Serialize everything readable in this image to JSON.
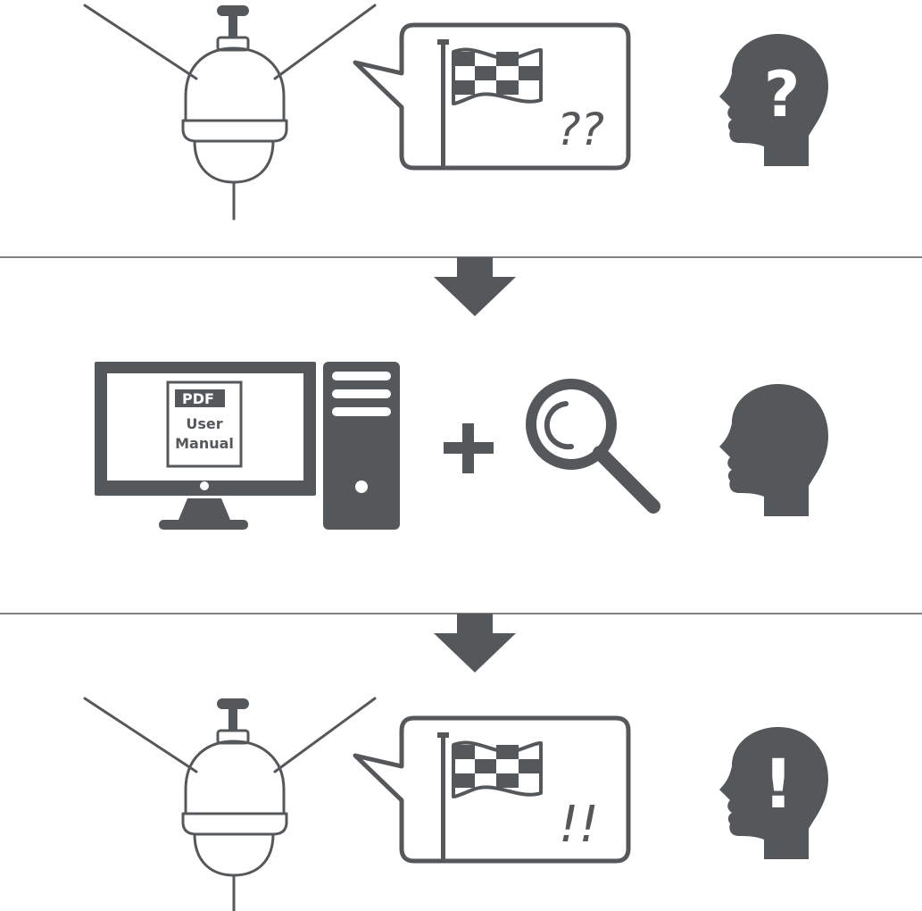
{
  "colors": {
    "ink": "#55585b",
    "background": "#ffffff",
    "divider": "#55585b"
  },
  "icons": {
    "camera": "speed-dome-camera-icon",
    "flag": "checkered-flag-icon",
    "speech": "speech-bubble-icon",
    "head": "head-silhouette-icon",
    "arrow": "down-arrow-icon",
    "monitor": "monitor-icon",
    "tower": "computer-tower-icon",
    "plus": "plus-icon",
    "search": "magnifier-icon"
  },
  "step1": {
    "marks": "??",
    "head_symbol": "?"
  },
  "step2": {
    "doc_tag": "PDF",
    "doc_line1": "User",
    "doc_line2": "Manual"
  },
  "step3": {
    "marks": "!!",
    "head_symbol": "!"
  }
}
